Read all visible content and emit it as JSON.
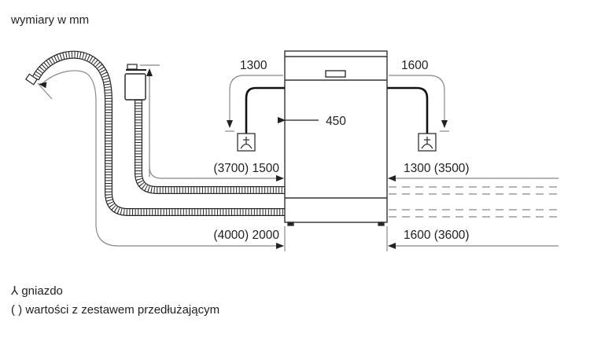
{
  "title": "wymiary w mm",
  "dimensions": {
    "left_cord": "1300",
    "right_cord": "1600",
    "width": "450",
    "inlet_left": "(3700) 1500",
    "drain_left": "(4000) 2000",
    "inlet_right": "1300 (3500)",
    "drain_right": "1600 (3600)"
  },
  "legend": {
    "socket_symbol": "⅄",
    "socket_label": "gniazdo",
    "brackets_symbol": "( )",
    "brackets_label": "wartości z zestawem przedłużającym"
  },
  "colors": {
    "line": "#222222",
    "dim": "#888888"
  }
}
